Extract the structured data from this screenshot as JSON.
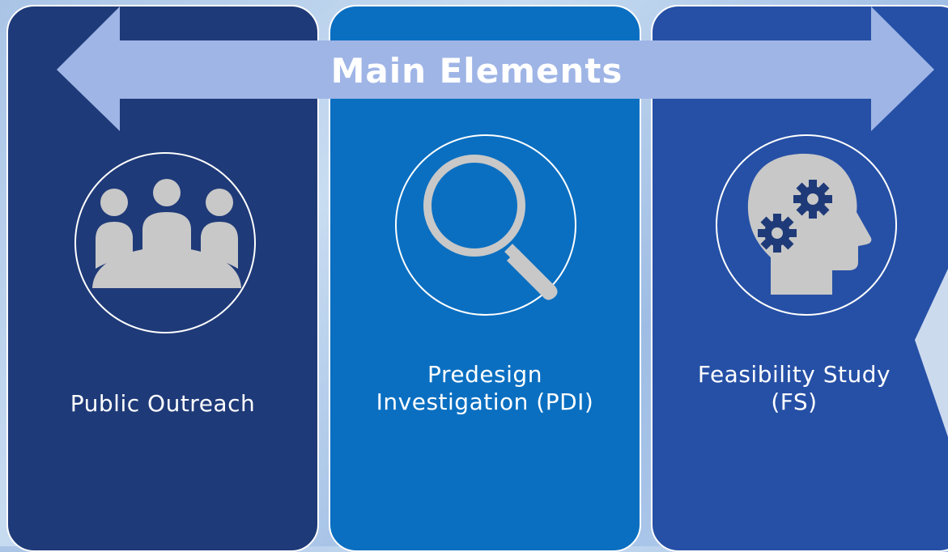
{
  "title": "Main Elements",
  "panels": [
    {
      "label": "Public Outreach",
      "icon": "meeting-people-icon"
    },
    {
      "label": "Predesign\nInvestigation (PDI)",
      "icon": "magnifier-icon"
    },
    {
      "label": "Feasibility Study\n(FS)",
      "icon": "head-gears-icon"
    }
  ],
  "colors": {
    "panel_1": "#1f3a78",
    "panel_2": "#0a6fc1",
    "panel_3": "#2650a6",
    "arrow": "#9fb5e6",
    "icon": "#c8c8c8"
  }
}
